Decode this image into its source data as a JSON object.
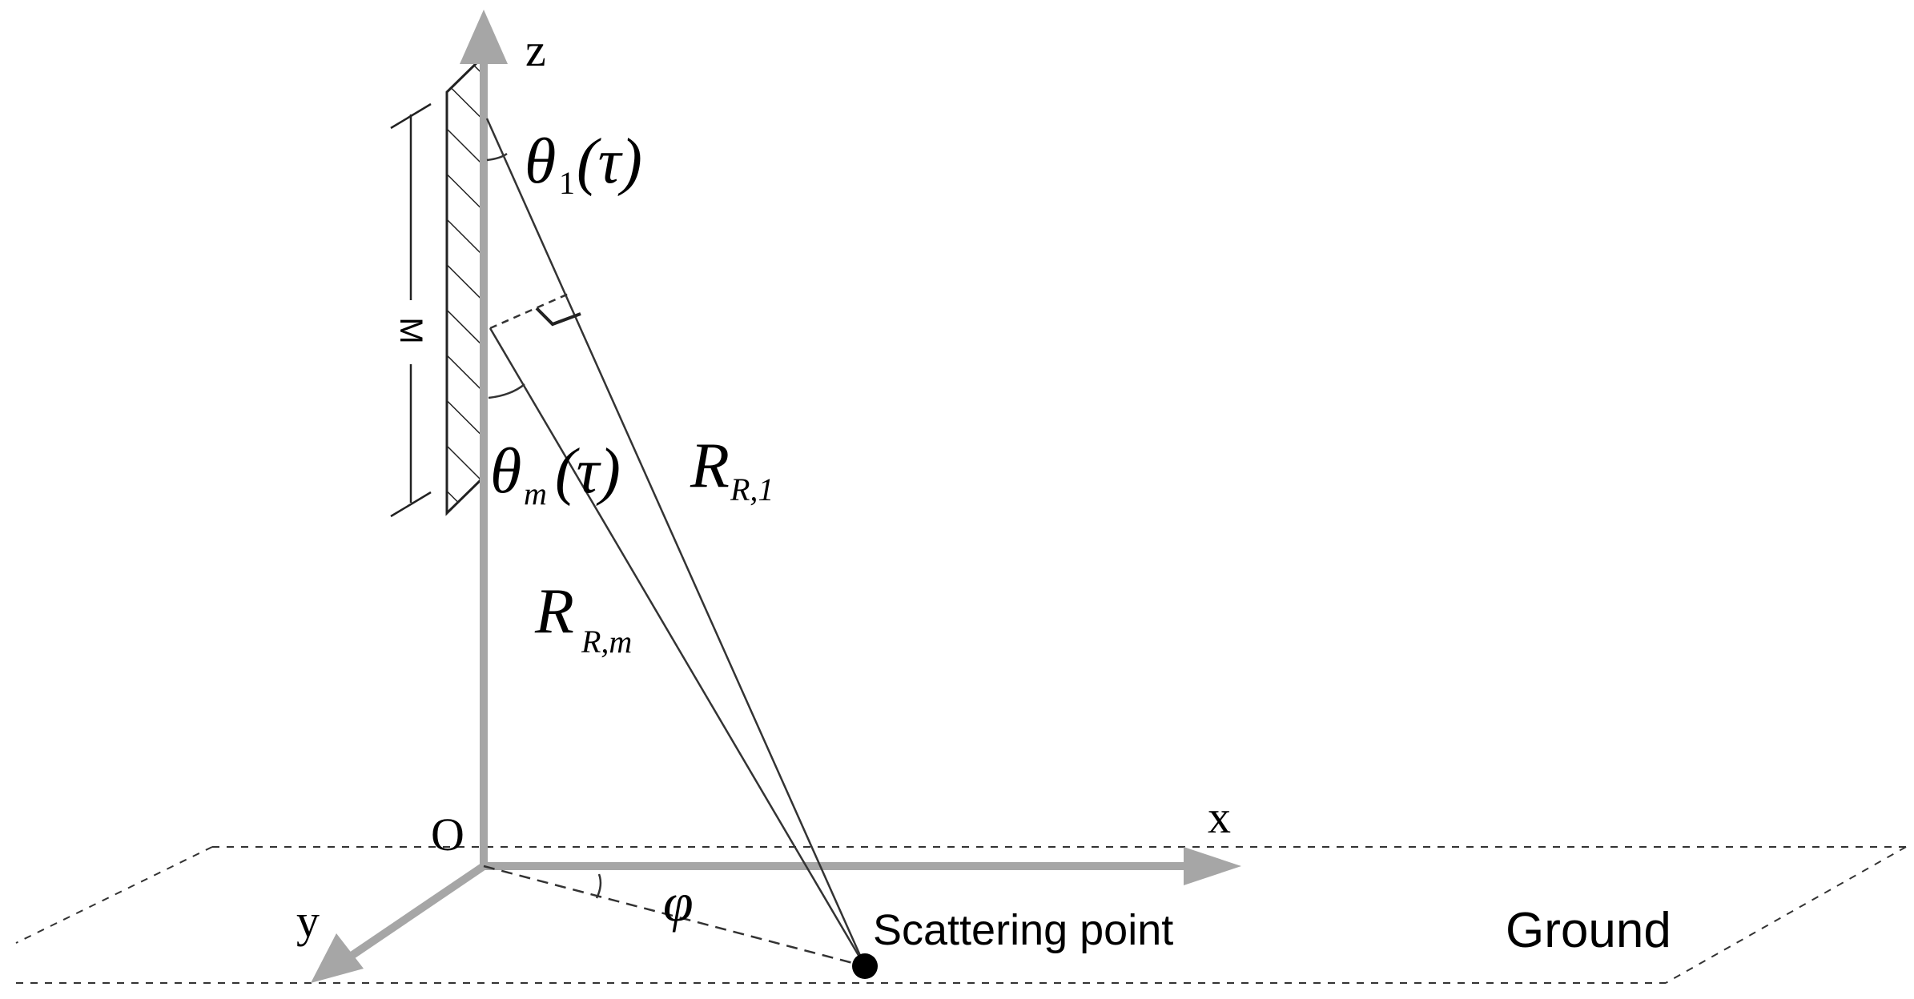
{
  "axes": {
    "z_label": "z",
    "x_label": "x",
    "y_label": "y",
    "origin_label": "O"
  },
  "array": {
    "size_label": "M"
  },
  "angles": {
    "theta1": {
      "symbol": "θ",
      "subscript": "1",
      "arg": "(τ)"
    },
    "thetam": {
      "symbol": "θ",
      "subscript": "m",
      "arg": "(τ)"
    },
    "phi": "φ"
  },
  "ranges": {
    "r1": {
      "symbol": "R",
      "subscript": "R,1"
    },
    "rm": {
      "symbol": "R",
      "subscript": "R,m"
    }
  },
  "labels": {
    "scattering_point": "Scattering point",
    "ground": "Ground"
  },
  "colors": {
    "axis": "#a6a6a6",
    "line": "#222222",
    "text": "#000000"
  }
}
